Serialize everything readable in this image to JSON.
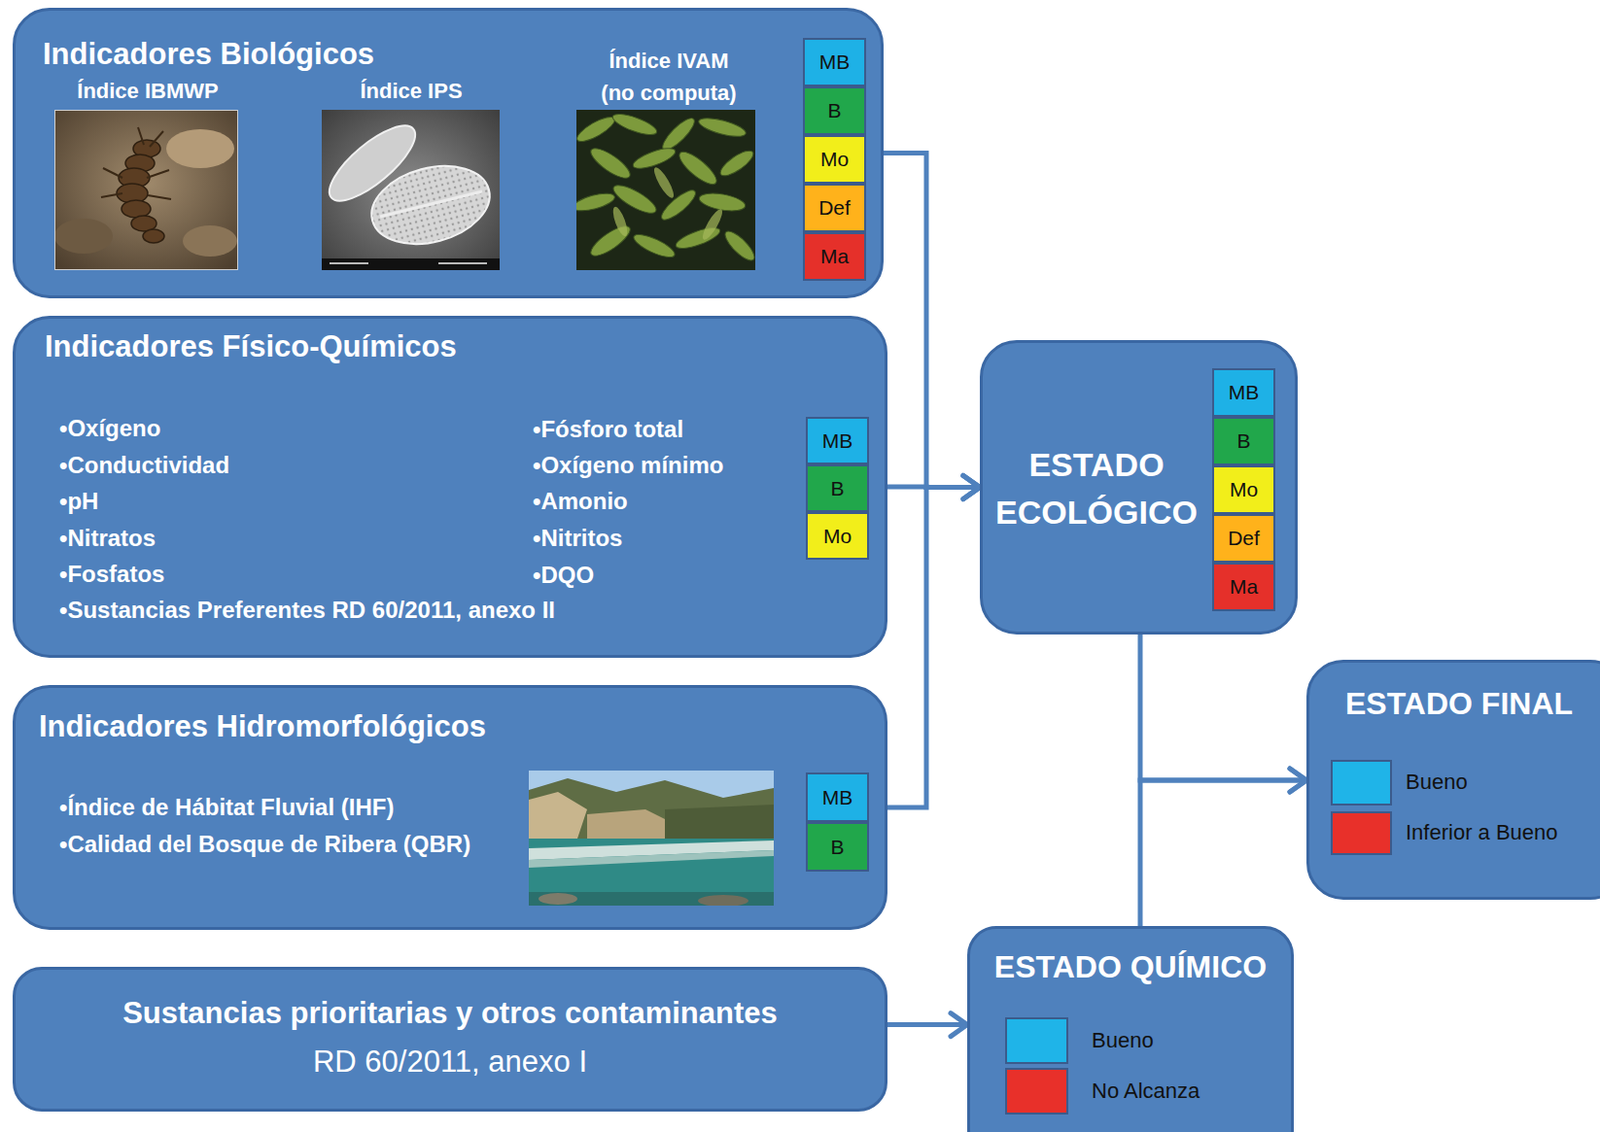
{
  "diagram": {
    "nodes": [
      {
        "text": [
          "Indicadores Biológicos",
          "Índice IBMWP",
          "Índice IPS",
          "Índice IVAM (no computa)"
        ]
      },
      {
        "text": [
          "MB"
        ],
        "in": 0
      },
      {
        "text": [
          "B"
        ],
        "in": 0
      },
      {
        "text": [
          "Mo"
        ],
        "in": 0
      },
      {
        "text": [
          "Def"
        ],
        "in": 0
      },
      {
        "text": [
          "Ma"
        ],
        "in": 0
      },
      {
        "text": [
          "Indicadores Físico-Químicos",
          "•Oxígeno",
          "•Conductividad",
          "•pH",
          "•Nitratos",
          "•Fosfatos",
          "•Sustancias Preferentes RD 60/2011, anexo II",
          "•Fósforo total",
          "•Oxígeno mínimo",
          "•Amonio",
          "•Nitritos",
          "•DQO"
        ]
      },
      {
        "text": [
          "MB"
        ],
        "in": 6
      },
      {
        "text": [
          "B"
        ],
        "in": 6
      },
      {
        "text": [
          "Mo"
        ],
        "in": 6
      },
      {
        "text": [
          "Indicadores Hidromorfológicos",
          "•Índice de Hábitat Fluvial (IHF)",
          "•Calidad del Bosque de Ribera (QBR)"
        ]
      },
      {
        "text": [
          "MB"
        ],
        "in": 10
      },
      {
        "text": [
          "B"
        ],
        "in": 10
      },
      {
        "text": [
          "Sustancias prioritarias y otros contaminantes",
          "RD 60/2011, anexo I"
        ]
      },
      {
        "text": [
          "ESTADO ECOLÓGICO"
        ]
      },
      {
        "text": [
          "MB"
        ],
        "in": 14
      },
      {
        "text": [
          "B"
        ],
        "in": 14
      },
      {
        "text": [
          "Mo"
        ],
        "in": 14
      },
      {
        "text": [
          "Def"
        ],
        "in": 14
      },
      {
        "text": [
          "Ma"
        ],
        "in": 14
      },
      {
        "text": [
          "ESTADO FINAL"
        ]
      },
      {
        "text": [
          "ESTADO QUÍMICO"
        ]
      }
    ],
    "edges": [
      {
        "from": 0,
        "to": 14,
        "arrow": "to"
      },
      {
        "from": 6,
        "to": 14,
        "arrow": "to"
      },
      {
        "from": 10,
        "to": 14,
        "arrow": "to"
      },
      {
        "from": 13,
        "to": 21,
        "arrow": "to"
      },
      {
        "from": 14,
        "to": 20,
        "arrow": "to"
      },
      {
        "from": 21,
        "to": 20,
        "arrow": "to"
      }
    ],
    "legend": [
      {
        "text": "Bueno",
        "color": "#1fb4e8"
      },
      {
        "text": "Inferior a Bueno",
        "color": "#e8302a"
      },
      {
        "text": "Bueno",
        "color": "#1fb4e8"
      },
      {
        "text": "No Alcanza",
        "color": "#e8302a"
      }
    ]
  }
}
